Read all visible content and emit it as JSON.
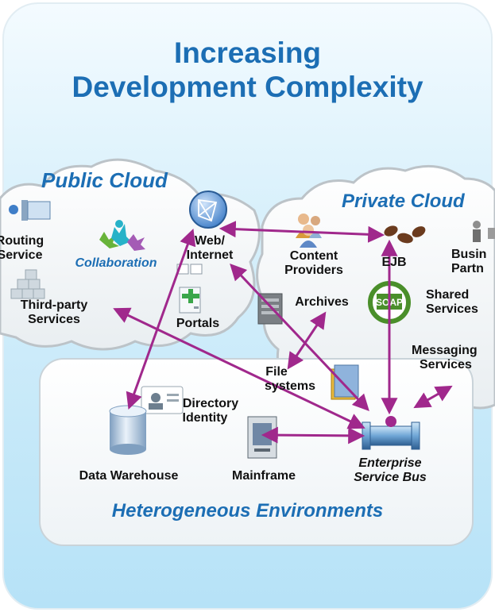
{
  "title": {
    "line1": "Increasing",
    "line2": "Development Complexity"
  },
  "public_cloud": {
    "label": "Public Cloud",
    "nodes": {
      "routing_service": {
        "line1": "Routing",
        "line2": "Service"
      },
      "collaboration": "Collaboration",
      "web_internet": {
        "line1": "Web/",
        "line2": "Internet"
      },
      "third_party": {
        "line1": "Third-party",
        "line2": "Services"
      },
      "portals": "Portals"
    }
  },
  "private_cloud": {
    "label": "Private Cloud",
    "nodes": {
      "content_providers": {
        "line1": "Content",
        "line2": "Providers"
      },
      "ejb": "EJB",
      "business_partners": {
        "line1": "Busin",
        "line2": "Partn"
      },
      "archives": "Archives",
      "soap": "SOAP",
      "shared_services": {
        "line1": "Shared",
        "line2": "Services"
      },
      "messaging_services": {
        "line1": "Messaging",
        "line2": "Services"
      }
    }
  },
  "heterogeneous": {
    "label": "Heterogeneous Environments",
    "nodes": {
      "file_systems": {
        "line1": "File",
        "line2": "systems"
      },
      "directory_identity": {
        "line1": "Directory",
        "line2": "Identity"
      },
      "data_warehouse": "Data Warehouse",
      "mainframe": "Mainframe",
      "esb": {
        "line1": "Enterprise",
        "line2": "Service Bus"
      }
    }
  },
  "colors": {
    "panel_top": "#f4fbff",
    "panel_bottom": "#b6e2f7",
    "accent_blue": "#1c6eb4",
    "connector": "#a0288c",
    "cloud_fill": "#f7fbfd",
    "cloud_edge": "#bcc3c8",
    "coffee": "#6b3b1e",
    "soap_green": "#4a8f2a",
    "globe_blue": "#3f7ec8"
  },
  "icons": [
    "router-icon",
    "collaboration-people-icon",
    "globe-icon",
    "building-blocks-icon",
    "portal-window-icon",
    "people-group-icon",
    "coffee-beans-icon",
    "business-person-icon",
    "archive-server-icon",
    "soap-badge-icon",
    "folder-icon",
    "id-card-icon",
    "database-cylinder-icon",
    "mainframe-icon",
    "service-bus-pipe-icon"
  ]
}
